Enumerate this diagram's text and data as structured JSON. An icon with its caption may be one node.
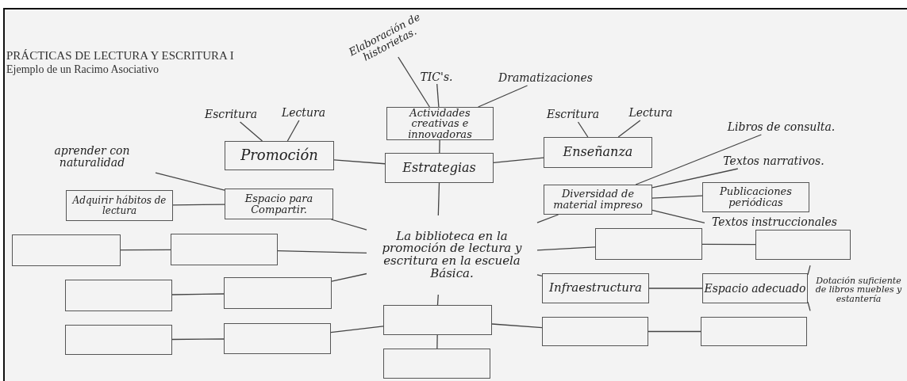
{
  "diagram": {
    "title": "PRÁCTICAS DE LECTURA Y ESCRITURA I",
    "caption": "Ejemplo de un Racimo Asociativo",
    "nodes": [
      {
        "text": [
          "Elaboración de historietas."
        ]
      },
      {
        "text": [
          "TIC's."
        ]
      },
      {
        "text": [
          "Dramatizaciones"
        ]
      },
      {
        "text": [
          "Escritura"
        ]
      },
      {
        "text": [
          "Lectura"
        ]
      },
      {
        "text": [
          "Actividades creativas e innovadoras"
        ]
      },
      {
        "text": [
          "Escritura"
        ]
      },
      {
        "text": [
          "Lectura"
        ]
      },
      {
        "text": [
          "Libros de consulta."
        ]
      },
      {
        "text": [
          "Textos narrativos."
        ]
      },
      {
        "text": [
          "aprender con naturalidad"
        ]
      },
      {
        "text": [
          "Promoción"
        ]
      },
      {
        "text": [
          "Estrategias"
        ]
      },
      {
        "text": [
          "Enseñanza"
        ]
      },
      {
        "text": [
          "Adquirir hábitos de lectura"
        ]
      },
      {
        "text": [
          "Espacio para Compartir."
        ]
      },
      {
        "text": [
          "Diversidad de material impreso"
        ]
      },
      {
        "text": [
          "Publicaciones periódicas"
        ]
      },
      {
        "text": [
          "Textos instruccionales"
        ]
      },
      {
        "text": [
          "La biblioteca en la promoción de lectura y escritura en la escuela Básica."
        ]
      },
      {
        "text": [],
        "shape": "box"
      },
      {
        "text": [],
        "shape": "box"
      },
      {
        "text": [],
        "shape": "box"
      },
      {
        "text": [],
        "shape": "box"
      },
      {
        "text": [
          "Infraestructura"
        ]
      },
      {
        "text": [
          "Espacio adecuado"
        ]
      },
      {
        "text": [
          "Dotación suficiente de libros muebles y estantería"
        ]
      },
      {
        "text": [],
        "shape": "box"
      },
      {
        "text": [],
        "shape": "box"
      },
      {
        "text": [],
        "shape": "box"
      },
      {
        "text": [],
        "shape": "box"
      },
      {
        "text": [],
        "shape": "box"
      },
      {
        "text": [],
        "shape": "box"
      },
      {
        "text": [],
        "shape": "box"
      },
      {
        "text": [],
        "shape": "box"
      }
    ],
    "edges": [
      {
        "from": 0,
        "to": 5,
        "arrow": "none"
      },
      {
        "from": 1,
        "to": 5,
        "arrow": "none"
      },
      {
        "from": 2,
        "to": 5,
        "arrow": "none"
      },
      {
        "from": 3,
        "to": 11,
        "arrow": "none"
      },
      {
        "from": 4,
        "to": 11,
        "arrow": "none"
      },
      {
        "from": 5,
        "to": 12,
        "arrow": "none"
      },
      {
        "from": 6,
        "to": 13,
        "arrow": "none"
      },
      {
        "from": 7,
        "to": 13,
        "arrow": "none"
      },
      {
        "from": 11,
        "to": 12,
        "arrow": "none"
      },
      {
        "from": 12,
        "to": 13,
        "arrow": "none"
      },
      {
        "from": 10,
        "to": 15,
        "arrow": "none"
      },
      {
        "from": 14,
        "to": 15,
        "arrow": "none"
      },
      {
        "from": 15,
        "to": 19,
        "arrow": "none"
      },
      {
        "from": 12,
        "to": 19,
        "arrow": "none"
      },
      {
        "from": 16,
        "to": 19,
        "arrow": "none"
      },
      {
        "from": 16,
        "to": 8,
        "arrow": "none"
      },
      {
        "from": 16,
        "to": 9,
        "arrow": "none"
      },
      {
        "from": 16,
        "to": 17,
        "arrow": "none"
      },
      {
        "from": 16,
        "to": 18,
        "arrow": "none"
      },
      {
        "from": 20,
        "to": 21,
        "arrow": "none"
      },
      {
        "from": 21,
        "to": 19,
        "arrow": "none"
      },
      {
        "from": 19,
        "to": 22,
        "arrow": "none"
      },
      {
        "from": 22,
        "to": 23,
        "arrow": "none"
      },
      {
        "from": 19,
        "to": 24,
        "arrow": "none"
      },
      {
        "from": 24,
        "to": 25,
        "arrow": "none"
      },
      {
        "from": 25,
        "to": 26,
        "arrow": "none"
      },
      {
        "from": 25,
        "to": 26,
        "arrow": "none"
      },
      {
        "from": 27,
        "to": 28,
        "arrow": "none"
      },
      {
        "from": 28,
        "to": 19,
        "arrow": "none"
      },
      {
        "from": 29,
        "to": 30,
        "arrow": "none"
      },
      {
        "from": 30,
        "to": 31,
        "arrow": "none"
      },
      {
        "from": 19,
        "to": 31,
        "arrow": "none"
      },
      {
        "from": 31,
        "to": 34,
        "arrow": "none"
      },
      {
        "from": 31,
        "to": 32,
        "arrow": "none"
      },
      {
        "from": 32,
        "to": 33,
        "arrow": "none"
      }
    ]
  }
}
